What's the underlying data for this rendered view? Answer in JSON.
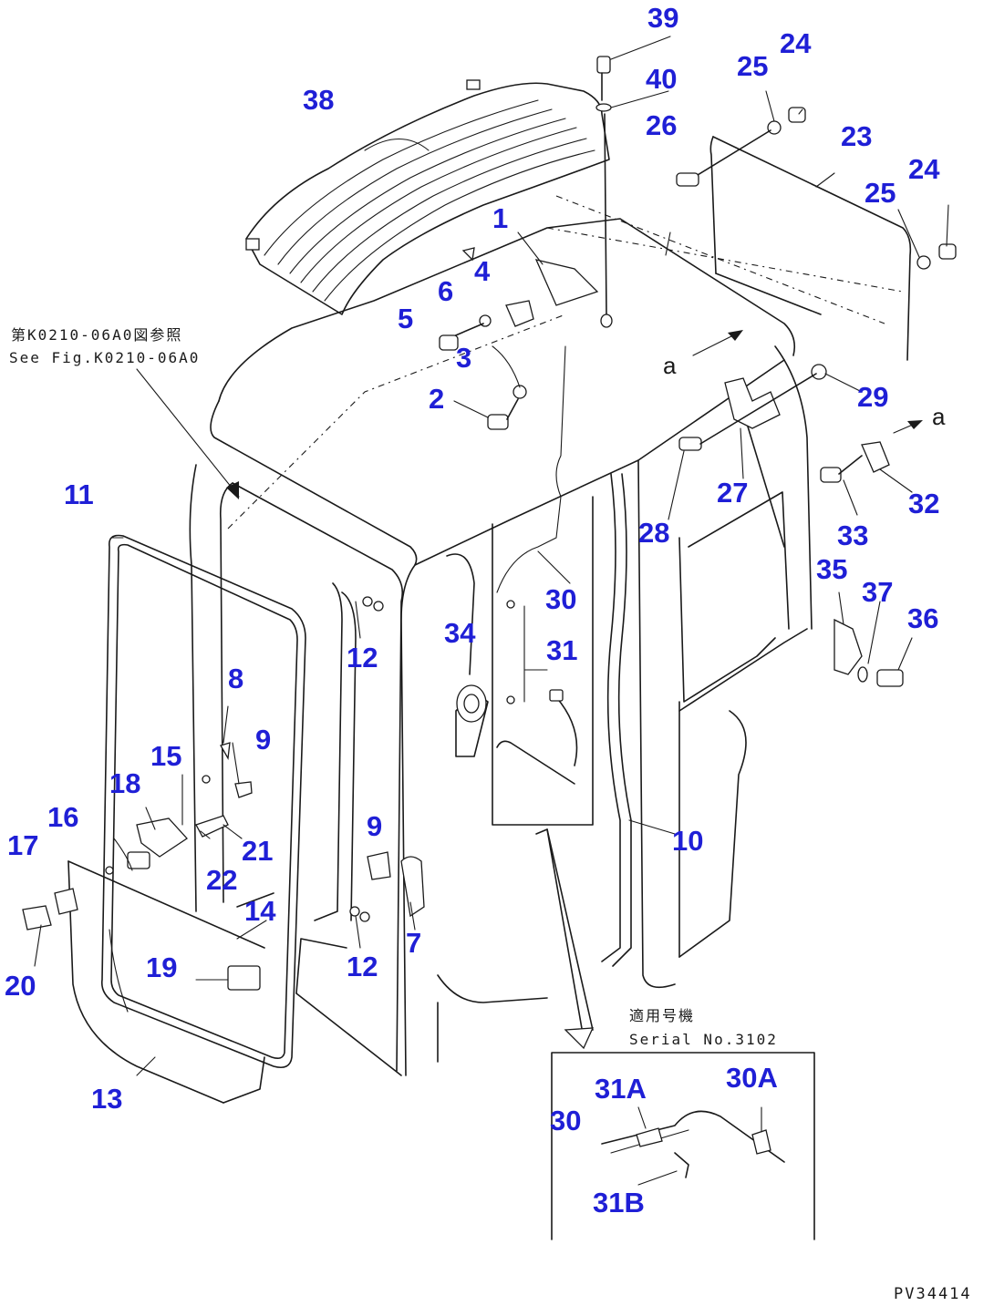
{
  "labels": {
    "p1": "1",
    "p2": "2",
    "p3": "3",
    "p4": "4",
    "p5": "5",
    "p6": "6",
    "p7": "7",
    "p8": "8",
    "p9a": "9",
    "p9b": "9",
    "p10": "10",
    "p11": "11",
    "p12a": "12",
    "p12b": "12",
    "p13": "13",
    "p14": "14",
    "p15": "15",
    "p16": "16",
    "p17": "17",
    "p18": "18",
    "p19": "19",
    "p20": "20",
    "p21": "21",
    "p22": "22",
    "p23": "23",
    "p24a": "24",
    "p24b": "24",
    "p25a": "25",
    "p25b": "25",
    "p26": "26",
    "p27": "27",
    "p28": "28",
    "p29": "29",
    "p30a": "30",
    "p30b": "30",
    "p31": "31",
    "p32": "32",
    "p33": "33",
    "p34": "34",
    "p35": "35",
    "p36": "36",
    "p37": "37",
    "p38": "38",
    "p39": "39",
    "p40": "40",
    "p30A": "30A",
    "p31A": "31A",
    "p31B": "31B"
  },
  "notes": {
    "ref_jp": "第K0210-06A0図参照",
    "ref_en": "See Fig.K0210-06A0",
    "view_a1": "a",
    "view_a2": "a",
    "serial_jp": "適用号機",
    "serial_en": "Serial No.3102",
    "figure_code": "PV34414"
  },
  "colors": {
    "callout": "#1f1fd6",
    "linework": "#1a1a1a"
  }
}
